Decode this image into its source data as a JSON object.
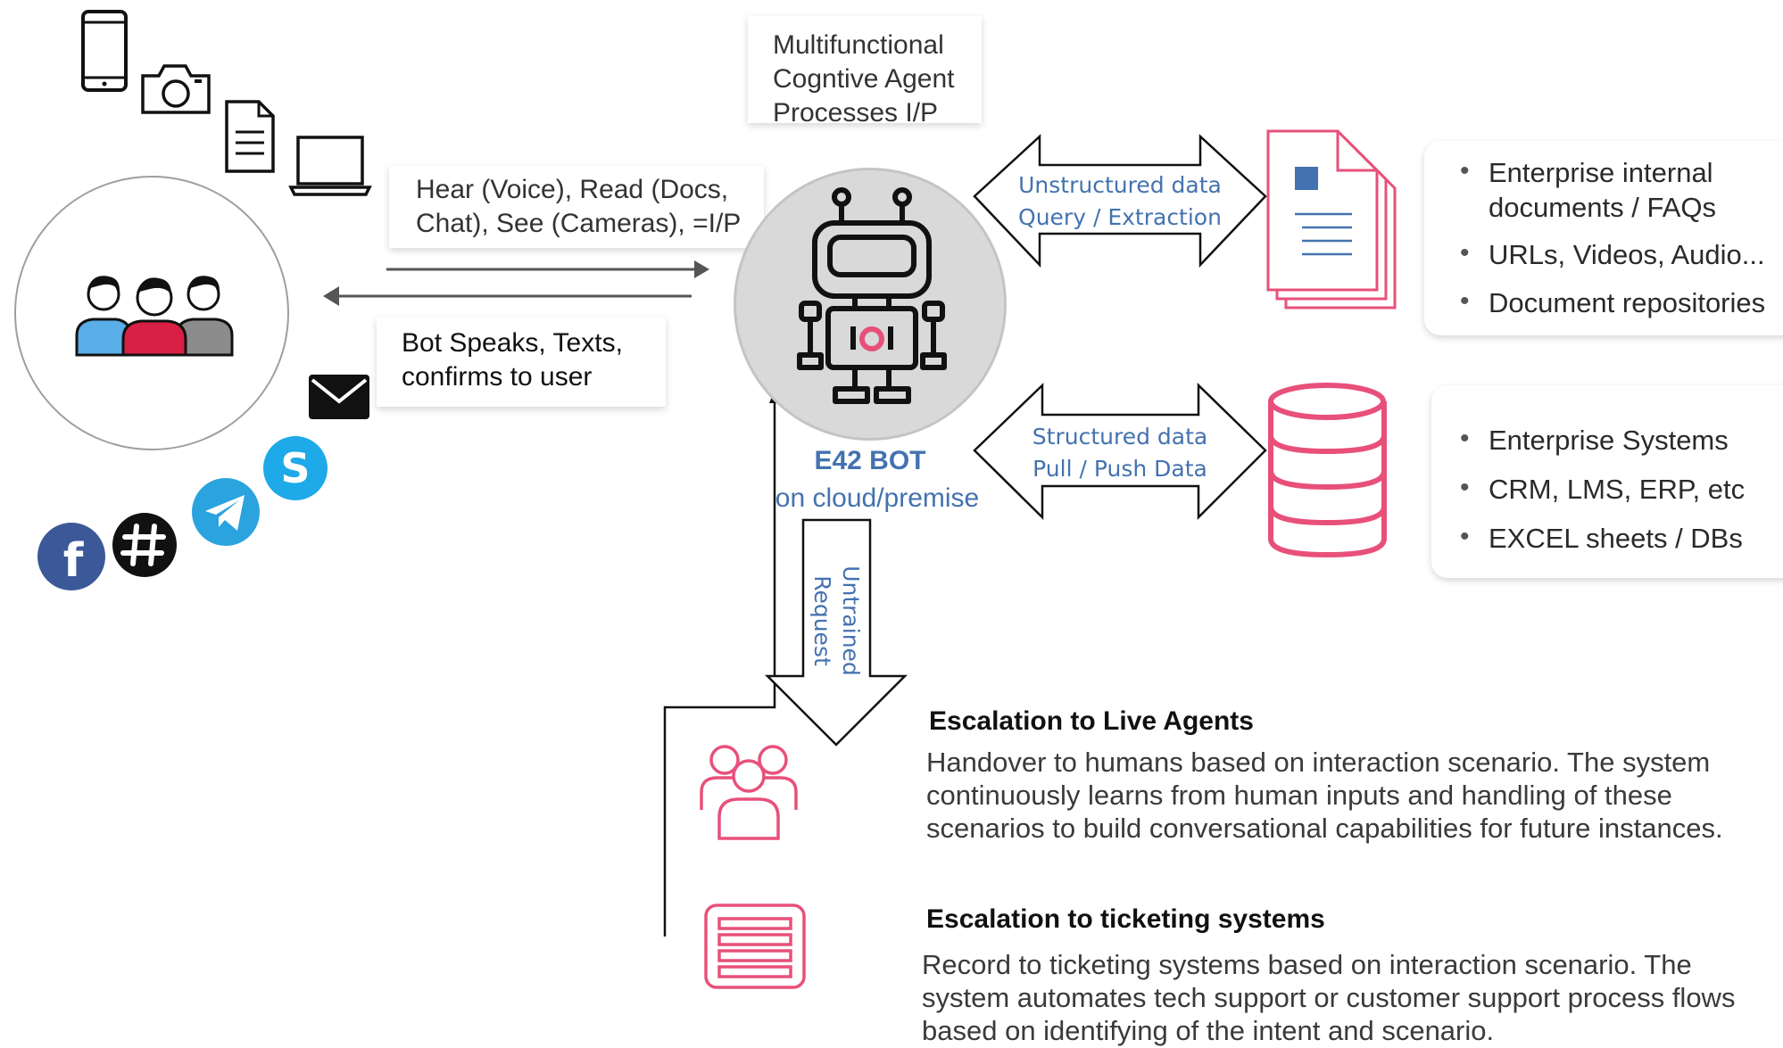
{
  "agent_card": {
    "line1": "Multifunctional",
    "line2": "Cogntive Agent",
    "line3": "Processes I/P"
  },
  "input_card": {
    "line1": "Hear (Voice), Read (Docs,",
    "line2": "Chat), See (Cameras), =I/P"
  },
  "output_card": {
    "line1": "Bot Speaks, Texts,",
    "line2": "confirms to user"
  },
  "bot": {
    "name": "E42 BOT",
    "hosting": "on cloud/premise"
  },
  "unstructured_arrow": {
    "line1": "Unstructured data",
    "line2": "Query / Extraction"
  },
  "structured_arrow": {
    "line1": "Structured data",
    "line2": "Pull / Push Data"
  },
  "untrained_arrow": {
    "line1": "Untrained",
    "line2": "Request"
  },
  "documents_list": [
    "Enterprise internal",
    "documents / FAQs",
    "URLs, Videos, Audio...",
    "Document repositories"
  ],
  "systems_list": [
    "Enterprise Systems",
    "CRM, LMS, ERP, etc",
    "EXCEL sheets / DBs"
  ],
  "escalation_live": {
    "title": "Escalation to Live Agents",
    "body": "Handover to humans based on interaction scenario. The system continuously learns from human inputs and handling of these scenarios to build conversational capabilities for future instances."
  },
  "escalation_ticket": {
    "title": "Escalation to ticketing systems",
    "body": "Record to ticketing systems based on interaction scenario. The system automates tech support or customer support process flows  based on identifying of the intent and scenario."
  },
  "colors": {
    "accent_pink": "#e8507a",
    "label_blue": "#4472b0",
    "bot_circle": "#d9d9d9",
    "facebook": "#3b5998",
    "telegram": "#2aa3df",
    "skype": "#1ea9e8"
  },
  "icons": [
    "mobile-phone-icon",
    "camera-icon",
    "document-icon",
    "laptop-icon",
    "users-group-icon",
    "email-icon",
    "skype-icon",
    "telegram-icon",
    "slack-icon",
    "facebook-icon",
    "robot-icon",
    "documents-stack-icon",
    "database-icon",
    "live-agents-icon",
    "ticket-list-icon"
  ]
}
